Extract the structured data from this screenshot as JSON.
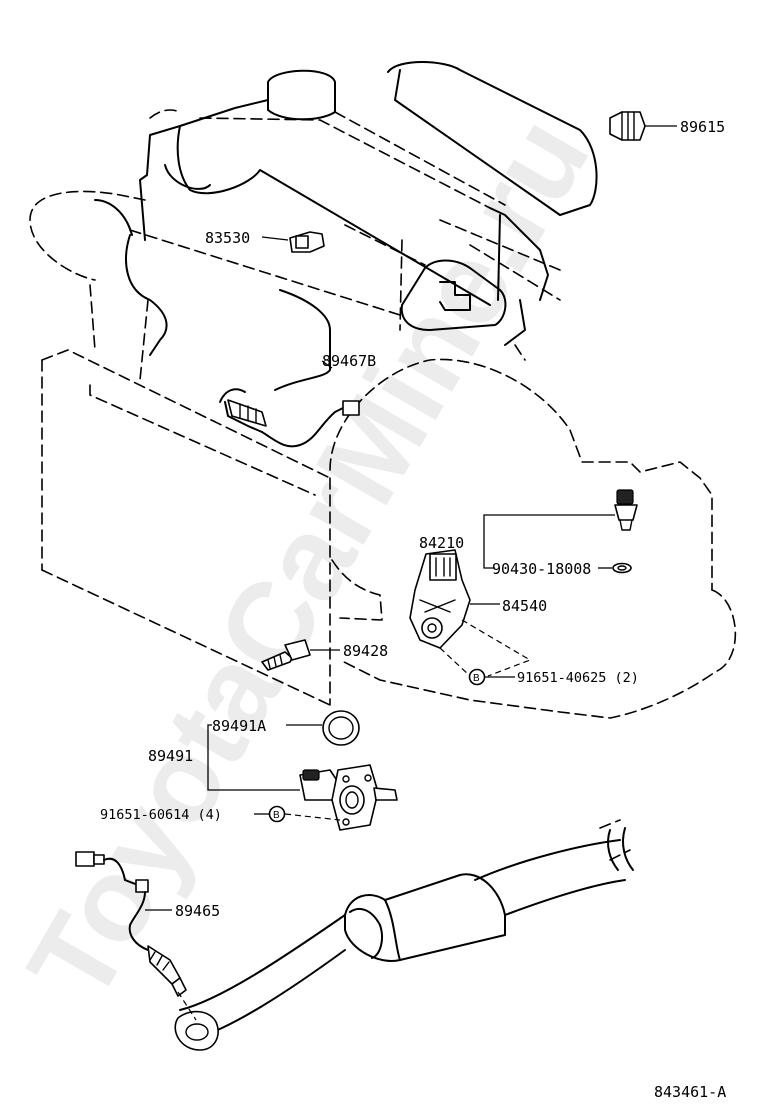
{
  "diagram": {
    "watermark": "ToyotaCarMine.ru",
    "figure_code": "843461-A",
    "bolt_marker": "B",
    "labels": {
      "p89615": "89615",
      "p83530": "83530",
      "p89467B": "89467B",
      "p84210": "84210",
      "p90430": "90430-18008",
      "p84540": "84540",
      "p89428": "89428",
      "p91651_40625": "91651-40625 (2)",
      "p89491A": "89491A",
      "p89491": "89491",
      "p91651_60614": "91651-60614 (4)",
      "p89465": "89465"
    }
  }
}
